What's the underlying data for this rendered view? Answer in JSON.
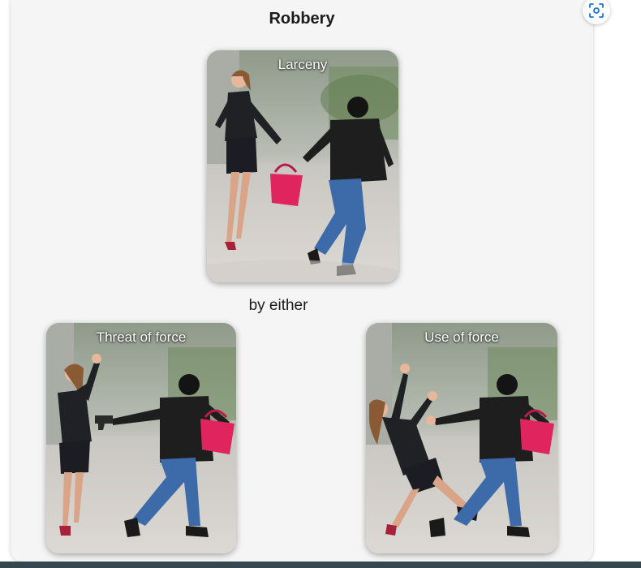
{
  "diagram": {
    "title": "Robbery",
    "connector_text": "by either",
    "panels": {
      "larceny": {
        "label": "Larceny"
      },
      "threat": {
        "label": "Threat of force"
      },
      "use": {
        "label": "Use of force"
      }
    }
  },
  "toolbar": {
    "lens_icon": "visual-search-icon"
  },
  "colors": {
    "card_background": "#f5f5f5",
    "handbag": "#e0245e",
    "jeans": "#3d6aa8",
    "jacket": "#1e1e1e",
    "bottom_bar": "#37474f"
  }
}
